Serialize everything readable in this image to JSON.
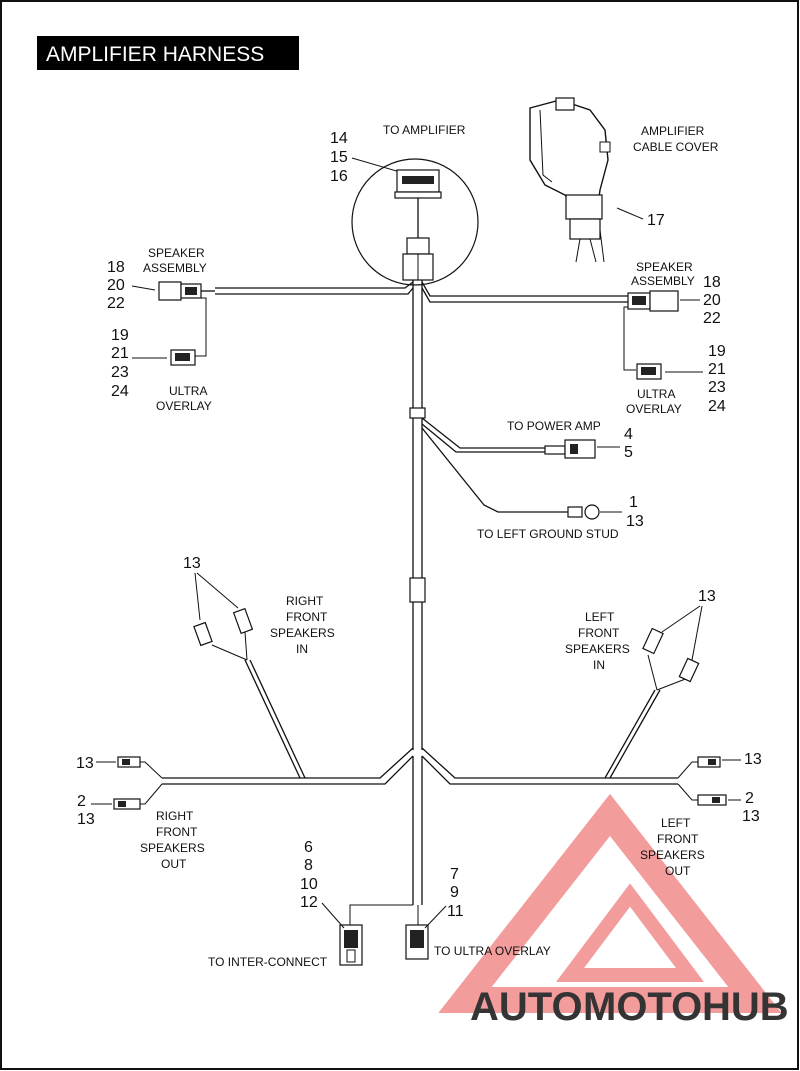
{
  "title": "AMPLIFIER HARNESS",
  "labels": {
    "to_amplifier": "TO AMPLIFIER",
    "amp_cover_1": "AMPLIFIER",
    "amp_cover_2": "CABLE COVER",
    "speaker_left_1": "SPEAKER",
    "speaker_left_2": "ASSEMBLY",
    "speaker_right_1": "SPEAKER",
    "speaker_right_2": "ASSEMBLY",
    "ultra_left_1": "ULTRA",
    "ultra_left_2": "OVERLAY",
    "ultra_right_1": "ULTRA",
    "ultra_right_2": "OVERLAY",
    "to_power_amp": "TO POWER AMP",
    "to_left_ground": "TO LEFT GROUND STUD",
    "rf_in_1": "RIGHT",
    "rf_in_2": "FRONT",
    "rf_in_3": "SPEAKERS",
    "rf_in_4": "IN",
    "lf_in_1": "LEFT",
    "lf_in_2": "FRONT",
    "lf_in_3": "SPEAKERS",
    "lf_in_4": "IN",
    "rf_out_1": "RIGHT",
    "rf_out_2": "FRONT",
    "rf_out_3": "SPEAKERS",
    "rf_out_4": "OUT",
    "lf_out_1": "LEFT",
    "lf_out_2": "FRONT",
    "lf_out_3": "SPEAKERS",
    "lf_out_4": "OUT",
    "to_interconnect": "TO INTER-CONNECT",
    "to_ultra_overlay": "TO ULTRA OVERLAY"
  },
  "callouts": {
    "n14": "14",
    "n15": "15",
    "n16": "16",
    "n17": "17",
    "l18": "18",
    "l20": "20",
    "l22": "22",
    "l19": "19",
    "l21": "21",
    "l23": "23",
    "l24": "24",
    "r18": "18",
    "r20": "20",
    "r22": "22",
    "r19": "19",
    "r21": "21",
    "r23": "23",
    "r24": "24",
    "p4": "4",
    "p5": "5",
    "g1": "1",
    "g13": "13",
    "rfin13": "13",
    "lfin13": "13",
    "rout13a": "13",
    "rout2": "2",
    "rout13b": "13",
    "lout13a": "13",
    "lout2": "2",
    "lout13b": "13",
    "c6": "6",
    "c8": "8",
    "c10": "10",
    "c12": "12",
    "u7": "7",
    "u9": "9",
    "u11": "11"
  },
  "watermark": {
    "text_a": "AUTO",
    "text_b": "MOTO",
    "text_c": "HUB",
    "color_a": "#f5b98a",
    "color_b": "#f08a8a",
    "color_c": "#b9b9b9",
    "triangle_color": "#f28b8b"
  },
  "colors": {
    "title_bg": "#000000",
    "line": "#111111"
  }
}
